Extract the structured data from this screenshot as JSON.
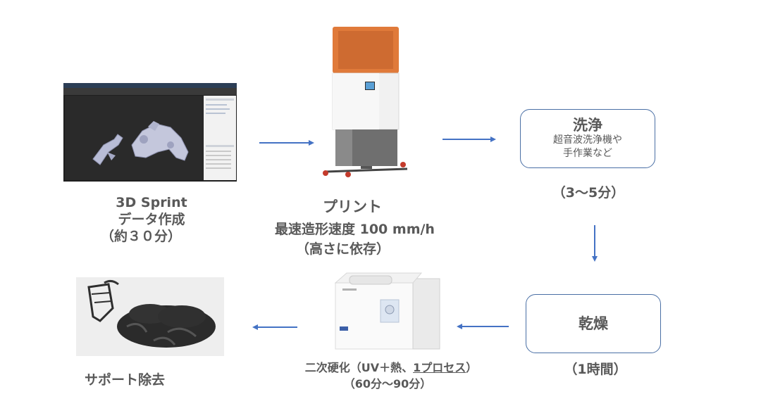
{
  "step_software": {
    "line1": "3D Sprint",
    "line2": "データ作成",
    "line3": "（約３０分）"
  },
  "step_print": {
    "line1": "プリント",
    "line2": "最速造形速度 100 mm/h",
    "line3": "（高さに依存）"
  },
  "step_wash": {
    "title": "洗浄",
    "desc1": "超音波洗浄機や",
    "desc2": "手作業など",
    "time": "（3〜5分）"
  },
  "step_dry": {
    "title": "乾燥",
    "time": "（1時間）"
  },
  "step_cure": {
    "line1_prefix": "二次硬化（UV＋熱、",
    "line1_underlined": "1プロセス",
    "line1_suffix": "）",
    "line2": "（60分〜90分）"
  },
  "step_support": {
    "label": "サポート除去"
  },
  "colors": {
    "arrow": "#4472c4",
    "box_border": "#4a6fa5",
    "text": "#595959",
    "printer_hood": "#e07a3a"
  }
}
